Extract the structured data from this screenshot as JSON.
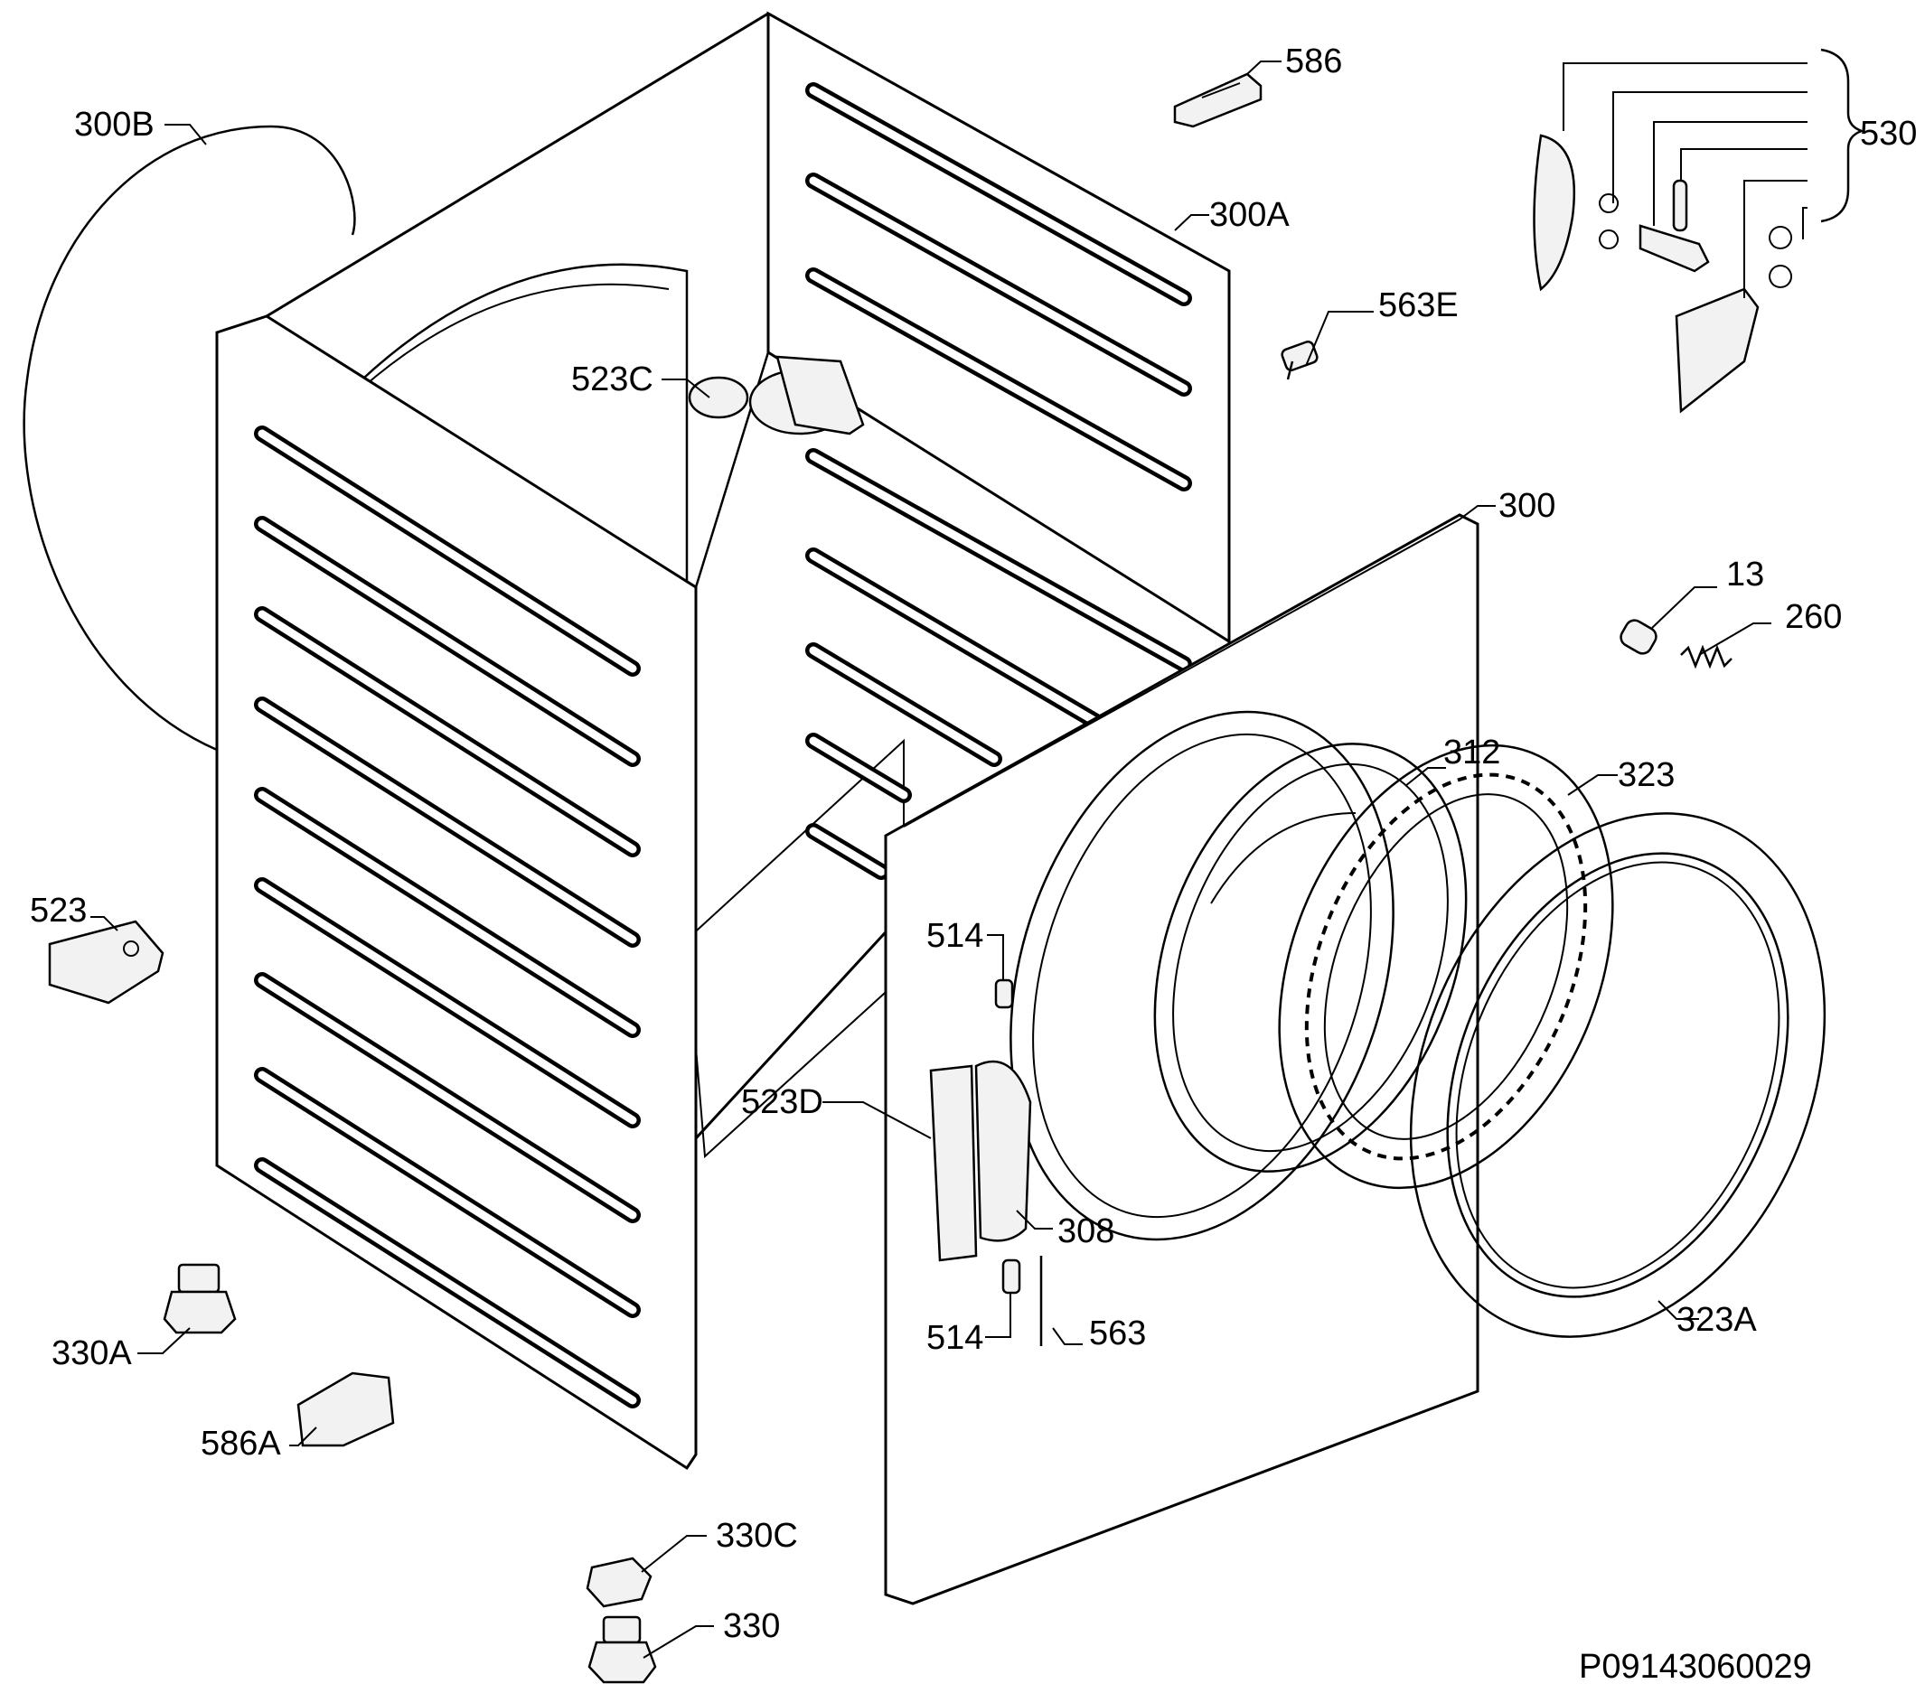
{
  "labels": [
    {
      "id": "300B",
      "text": "300B"
    },
    {
      "id": "586",
      "text": "586"
    },
    {
      "id": "530",
      "text": "530"
    },
    {
      "id": "300A",
      "text": "300A"
    },
    {
      "id": "563E",
      "text": "563E"
    },
    {
      "id": "523C",
      "text": "523C"
    },
    {
      "id": "300",
      "text": "300"
    },
    {
      "id": "13",
      "text": "13"
    },
    {
      "id": "260",
      "text": "260"
    },
    {
      "id": "312",
      "text": "312"
    },
    {
      "id": "323",
      "text": "323"
    },
    {
      "id": "523",
      "text": "523"
    },
    {
      "id": "514a",
      "text": "514"
    },
    {
      "id": "523D",
      "text": "523D"
    },
    {
      "id": "308",
      "text": "308"
    },
    {
      "id": "514b",
      "text": "514"
    },
    {
      "id": "563",
      "text": "563"
    },
    {
      "id": "323A",
      "text": "323A"
    },
    {
      "id": "330A",
      "text": "330A"
    },
    {
      "id": "586A",
      "text": "586A"
    },
    {
      "id": "330C",
      "text": "330C"
    },
    {
      "id": "330",
      "text": "330"
    }
  ],
  "reference_code": "P09143060029"
}
